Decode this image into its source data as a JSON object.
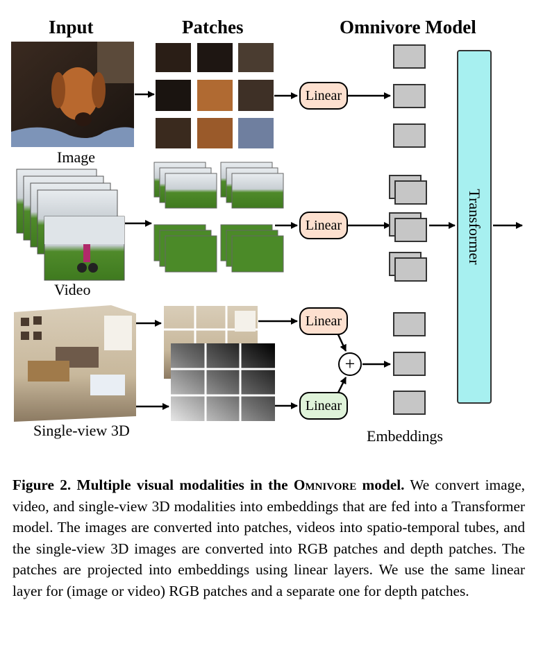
{
  "figure": {
    "headers": {
      "input": "Input",
      "patches": "Patches",
      "model": "Omnivore Model"
    },
    "modalities": {
      "image": "Image",
      "video": "Video",
      "single_view_3d": "Single-view 3D"
    },
    "linear_label": "Linear",
    "transformer_label": "Transformer",
    "plus_symbol": "+",
    "embeddings_label": "Embeddings",
    "colors": {
      "linear_rgb_fill": "#fde0cf",
      "linear_depth_fill": "#dff3d9",
      "transformer_fill": "#a7f0f0",
      "embedding_fill": "#c6c6c6"
    }
  },
  "caption": {
    "title_prefix": "Figure 2. Multiple visual modalities in the ",
    "title_model": "Omnivore",
    "title_suffix": " model.",
    "body": "We convert image, video, and single-view 3D modalities into embeddings that are fed into a Transformer model. The images are converted into patches, videos into spatio-temporal tubes, and the single-view 3D images are converted into RGB patches and depth patches. The patches are projected into embeddings using linear layers. We use the same linear layer for (image or video) RGB patches and a separate one for depth patches."
  }
}
